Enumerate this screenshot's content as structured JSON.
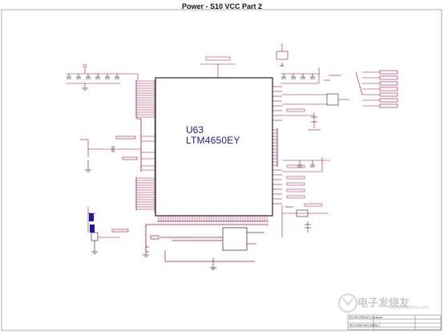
{
  "sheet": {
    "title": "Power - S10 VCC Part 2",
    "border_color": "#9a9a9a",
    "wire_color": "#b01040",
    "net_color": "#1a1aa6",
    "component_color": "#222222"
  },
  "main_ic": {
    "refdes": "U63",
    "part_number": "LTM4650EY"
  },
  "title_block": {
    "line1": "RV CPU PCB & 1.0 Layout",
    "line2": "IEG-X4040 HOL 3000A.1"
  },
  "watermark": {
    "brand": "电子发烧友",
    "url": "www.elecfans.com"
  }
}
